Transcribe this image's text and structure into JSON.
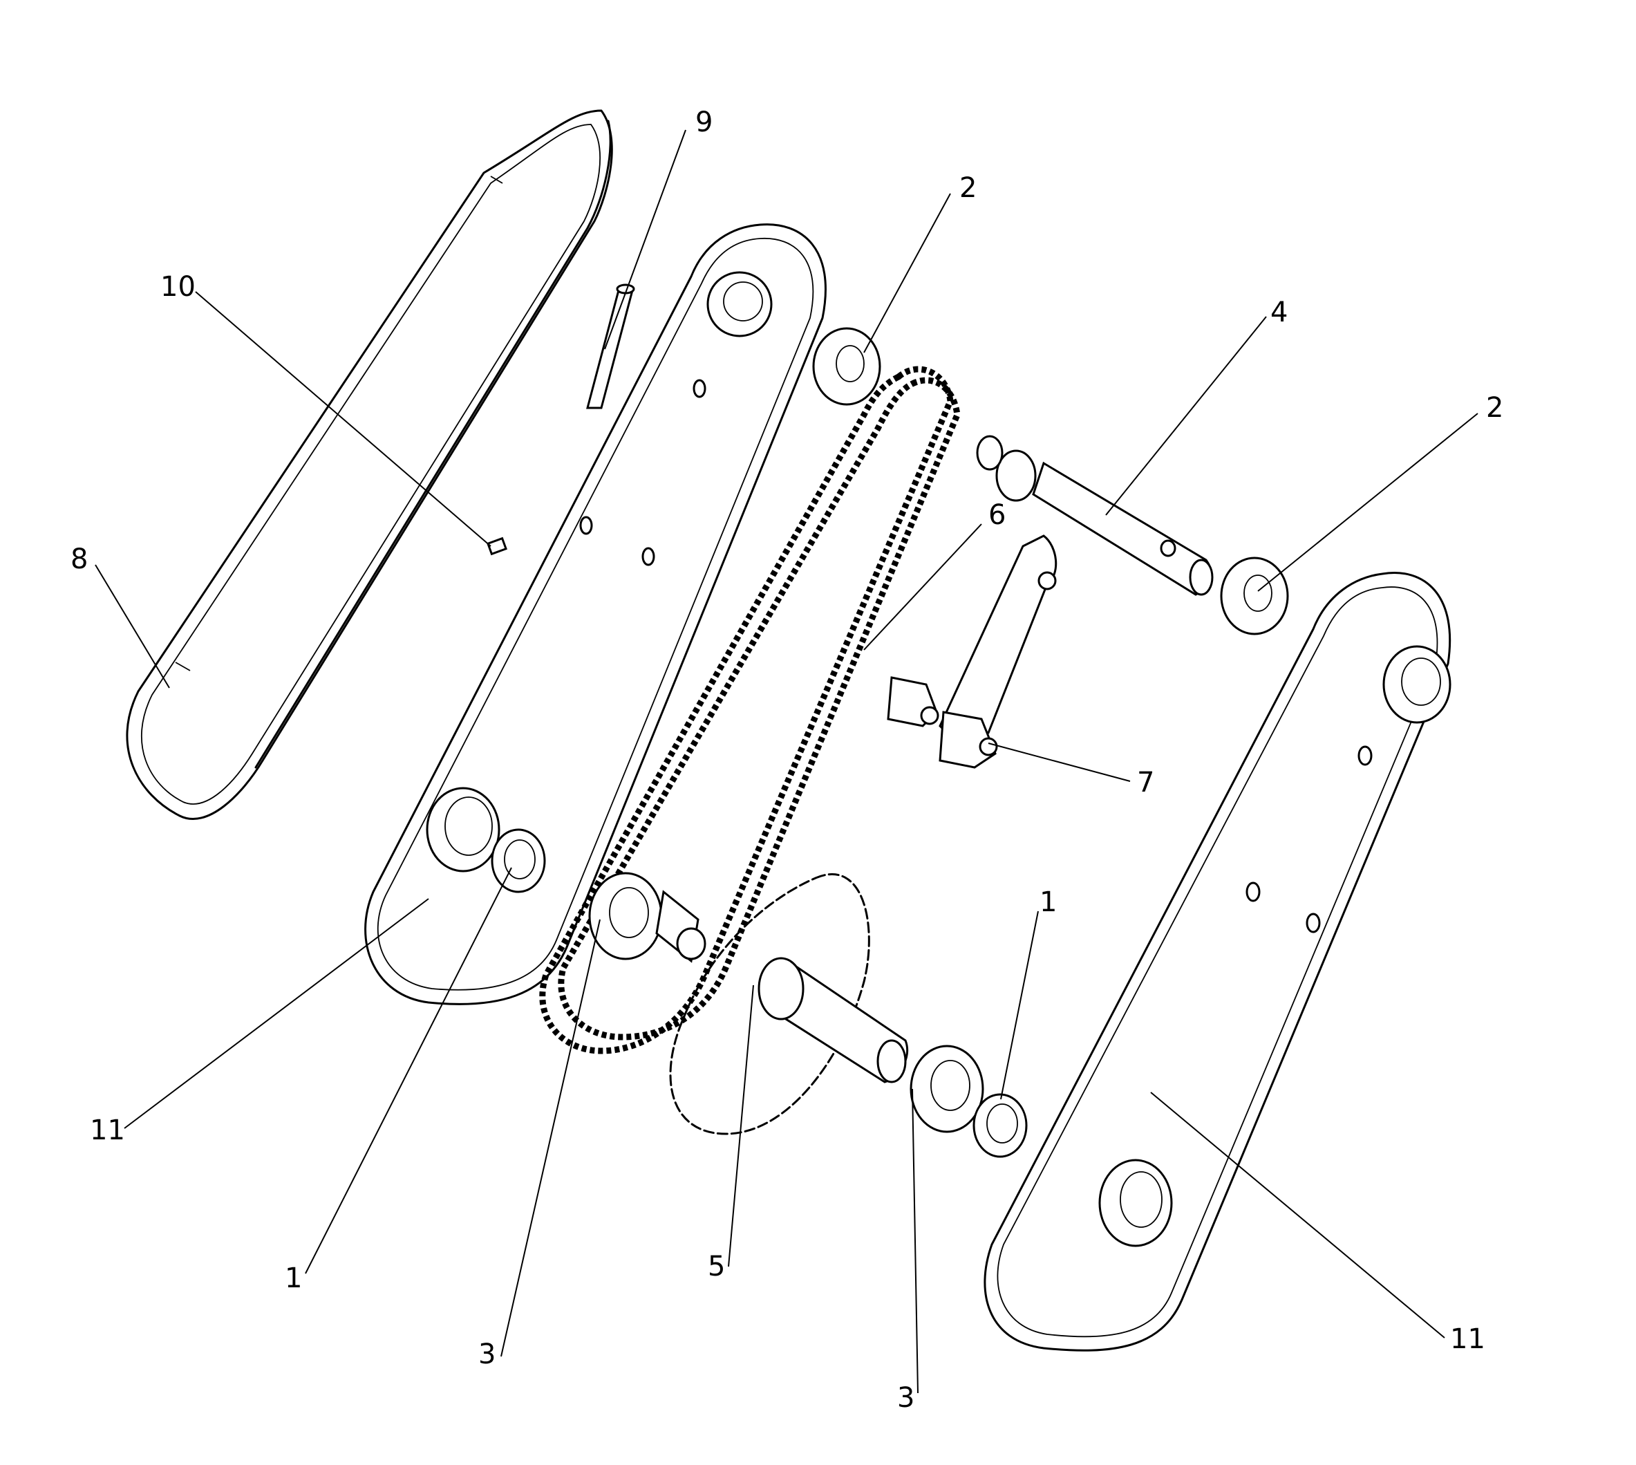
{
  "callouts": {
    "c9": "9",
    "c2a": "2",
    "c10": "10",
    "c4": "4",
    "c2b": "2",
    "c8": "8",
    "c6": "6",
    "c7": "7",
    "c1a": "1",
    "c11a": "11",
    "c1b": "1",
    "c3a": "3",
    "c5": "5",
    "c3b": "3",
    "c11b": "11"
  }
}
